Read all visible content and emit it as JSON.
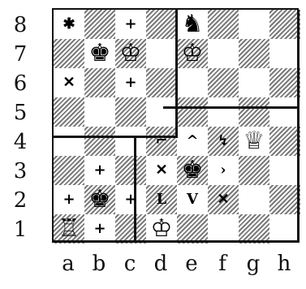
{
  "ranks": [
    "8",
    "7",
    "6",
    "5",
    "4",
    "3",
    "2",
    "1"
  ],
  "files": [
    "a",
    "b",
    "c",
    "d",
    "e",
    "f",
    "g",
    "h"
  ],
  "pieces": [
    {
      "square": "e8",
      "glyph": "♞",
      "name": "black-knight"
    },
    {
      "square": "b7",
      "glyph": "♚",
      "name": "black-king"
    },
    {
      "square": "c7",
      "glyph": "♔",
      "name": "white-king"
    },
    {
      "square": "e7",
      "glyph": "♔",
      "name": "white-king"
    },
    {
      "square": "g4",
      "glyph": "♕",
      "name": "white-queen"
    },
    {
      "square": "e3",
      "glyph": "♚",
      "name": "black-king"
    },
    {
      "square": "b2",
      "glyph": "♚",
      "name": "black-king"
    },
    {
      "square": "a1",
      "glyph": "♖",
      "name": "white-rook"
    },
    {
      "square": "d1",
      "glyph": "♔",
      "name": "white-king"
    }
  ],
  "marks": [
    {
      "square": "a8",
      "glyph": "✱"
    },
    {
      "square": "c8",
      "glyph": "+"
    },
    {
      "square": "a6",
      "glyph": "✕"
    },
    {
      "square": "c6",
      "glyph": "+"
    },
    {
      "square": "b3",
      "glyph": "+"
    },
    {
      "square": "c2",
      "glyph": "+"
    },
    {
      "square": "a2",
      "glyph": "+"
    },
    {
      "square": "b1",
      "glyph": "+"
    },
    {
      "square": "d4",
      "glyph": "⌐"
    },
    {
      "square": "e4",
      "glyph": "^"
    },
    {
      "square": "f4",
      "glyph": "↯"
    },
    {
      "square": "d3",
      "glyph": "✕"
    },
    {
      "square": "f3",
      "glyph": "›"
    },
    {
      "square": "d2",
      "glyph": "L"
    },
    {
      "square": "e2",
      "glyph": "V"
    },
    {
      "square": "f2",
      "glyph": "✕"
    }
  ]
}
